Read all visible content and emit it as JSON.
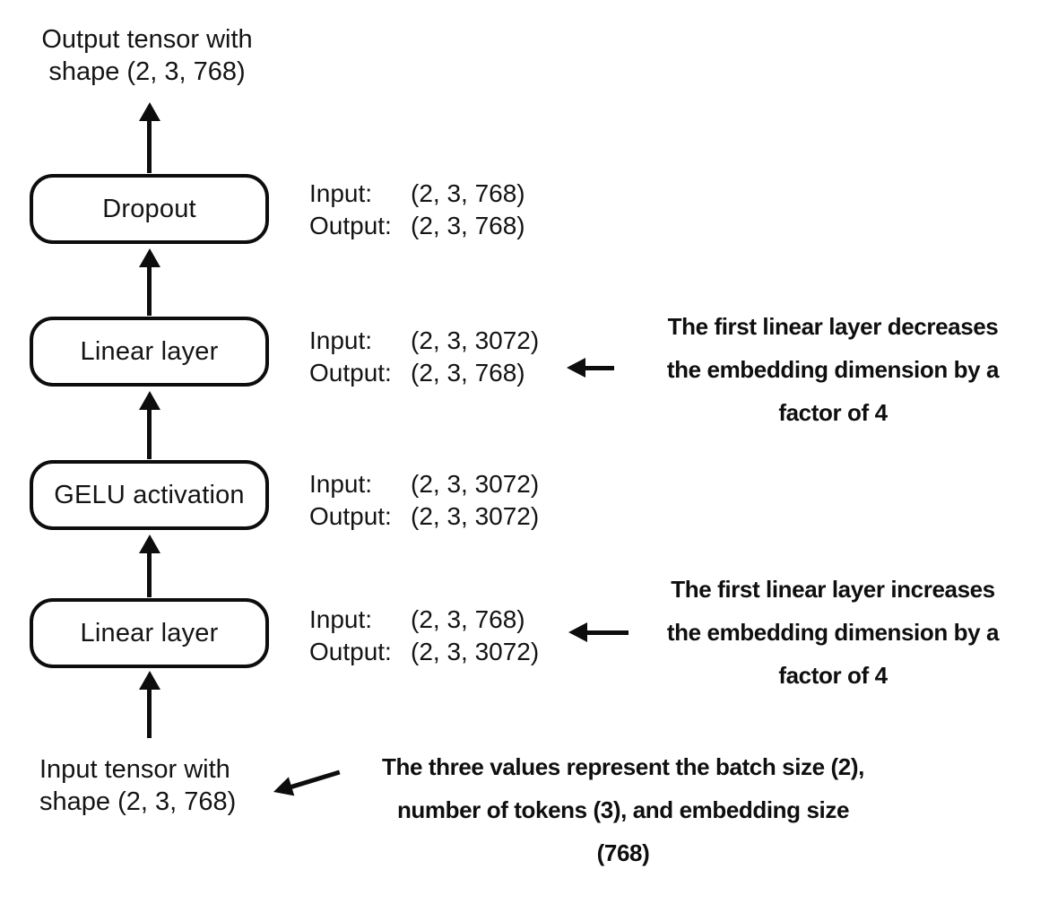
{
  "diagram": {
    "output_tensor_label": {
      "line1": "Output tensor with",
      "line2": "shape (2, 3, 768)"
    },
    "input_tensor_label": {
      "line1": "Input tensor with",
      "line2": "shape (2, 3, 768)"
    },
    "io_field_labels": {
      "input": "Input:",
      "output": "Output:"
    },
    "layers": [
      {
        "name": "Dropout",
        "input_shape": "(2, 3, 768)",
        "output_shape": "(2, 3, 768)"
      },
      {
        "name": "Linear layer",
        "input_shape": "(2, 3, 3072)",
        "output_shape": "(2, 3, 768)"
      },
      {
        "name": "GELU activation",
        "input_shape": "(2, 3, 3072)",
        "output_shape": "(2, 3, 3072)"
      },
      {
        "name": "Linear layer",
        "input_shape": "(2, 3, 768)",
        "output_shape": "(2, 3, 3072)"
      }
    ],
    "annotations": {
      "decrease": {
        "line1": "The first linear layer decreases",
        "line2": "the embedding dimension by a",
        "line3": "factor of 4"
      },
      "increase": {
        "line1": "The first linear layer increases",
        "line2": "the embedding dimension by a",
        "line3": "factor of 4"
      },
      "tensor_values": {
        "line1": "The three values represent the batch size (2),",
        "line2": "number of tokens (3), and embedding size",
        "line3": "(768)"
      }
    }
  },
  "colors": {
    "ink": "#0d0d0d",
    "background": "#ffffff"
  }
}
